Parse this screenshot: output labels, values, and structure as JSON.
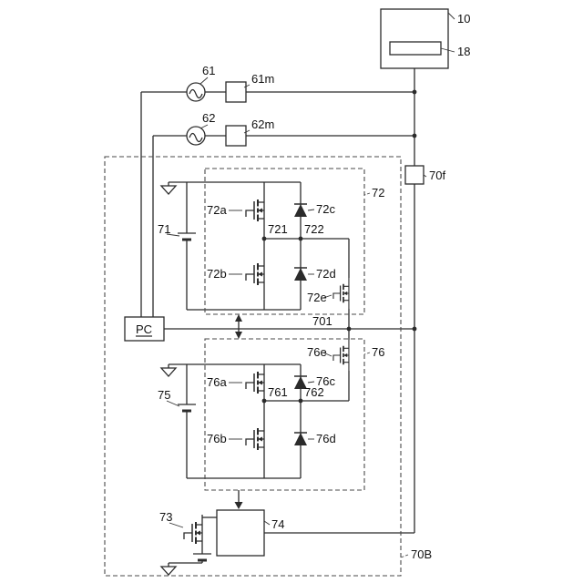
{
  "diagram": {
    "colors": {
      "line": "#2b2b2b",
      "background": "#ffffff"
    },
    "labels": {
      "l10": "10",
      "l18": "18",
      "l61": "61",
      "l61m": "61m",
      "l62": "62",
      "l62m": "62m",
      "l70f": "70f",
      "l70B": "70B",
      "l71": "71",
      "l72": "72",
      "l72a": "72a",
      "l72b": "72b",
      "l72c": "72c",
      "l72d": "72d",
      "l72e": "72e",
      "l721": "721",
      "l722": "722",
      "lpc": "PC",
      "l701": "701",
      "l75": "75",
      "l76": "76",
      "l76a": "76a",
      "l76b": "76b",
      "l76c": "76c",
      "l76d": "76d",
      "l76e": "76e",
      "l761": "761",
      "l762": "762",
      "l73": "73",
      "l74": "74"
    }
  }
}
